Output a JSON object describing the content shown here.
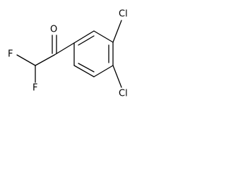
{
  "molecule": {
    "atoms": {
      "oxygen": "O",
      "chlorine_top": "Cl",
      "chlorine_bottom": "Cl",
      "fluorine_left": "F",
      "fluorine_bottom": "F"
    }
  }
}
